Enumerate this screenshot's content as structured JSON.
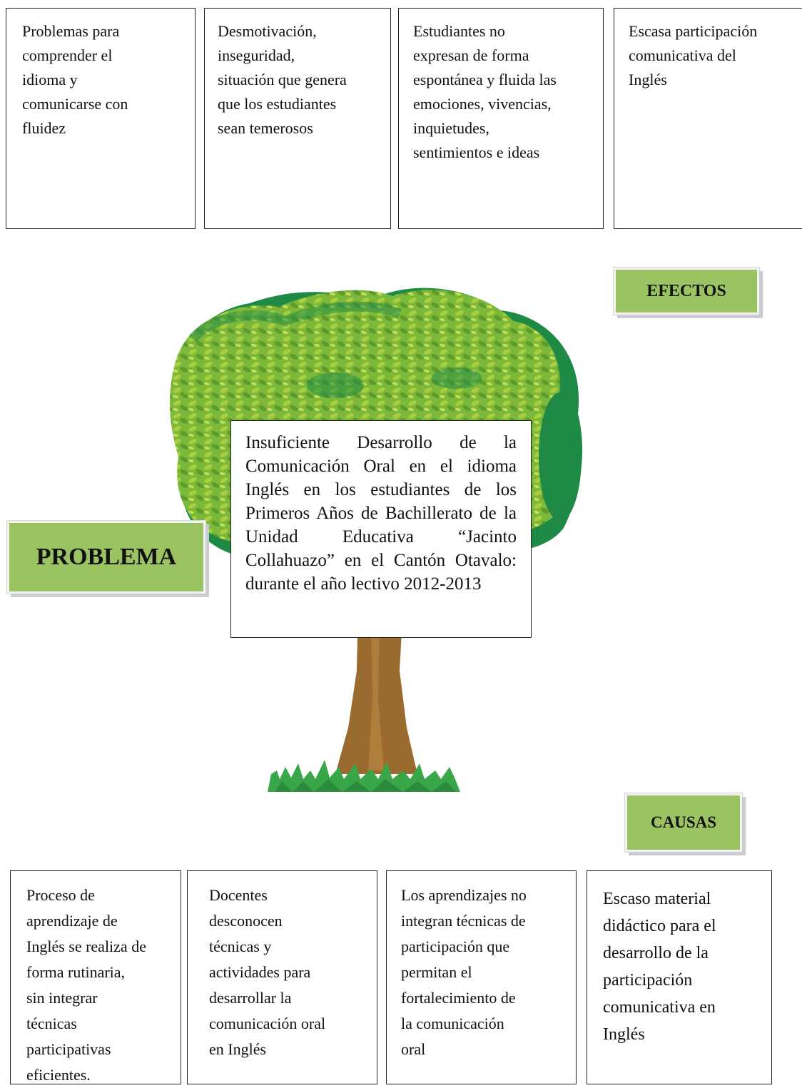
{
  "effects": [
    "Problemas para\ncomprender el\nidioma y\ncomunicarse con\nfluidez",
    "Desmotivación,\ninseguridad,\nsituación que genera\nque los estudiantes\nsean temerosos",
    "Estudiantes no\nexpresan de forma\nespontánea y fluida las\nemociones, vivencias,\ninquietudes,\nsentimientos e ideas",
    "Escasa participación\ncomunicativa del\nInglés"
  ],
  "labels": {
    "effects": "EFECTOS",
    "problem": "PROBLEMA",
    "causes": "CAUSAS"
  },
  "problem_text": "Insuficiente Desarrollo de la Comunicación Oral en el idioma Inglés en los estudiantes de los Primeros Años de Bachillerato de la Unidad Educativa “Jacinto Collahuazo” en el Cantón Otavalo: durante el año lectivo 2012-2013",
  "causes": [
    "Proceso de\naprendizaje de\nInglés se realiza de\nforma rutinaria,\nsin integrar\ntécnicas\nparticipativas\neficientes.",
    "Docentes\ndesconocen\ntécnicas y\nactividades para\ndesarrollar la\ncomunicación oral\nen Inglés",
    "Los aprendizajes no\nintegran técnicas de\nparticipación que\npermitan el\nfortalecimiento de\nla comunicación\noral",
    "Escaso material\ndidáctico para el\ndesarrollo de la\nparticipación\ncomunicativa en\nInglés"
  ],
  "colors": {
    "label_fill": "#9bc362",
    "foliage_dark": "#1e8a46",
    "foliage_light": "#7cb83a",
    "trunk": "#9a6b2e",
    "grass": "#3aa64a"
  }
}
